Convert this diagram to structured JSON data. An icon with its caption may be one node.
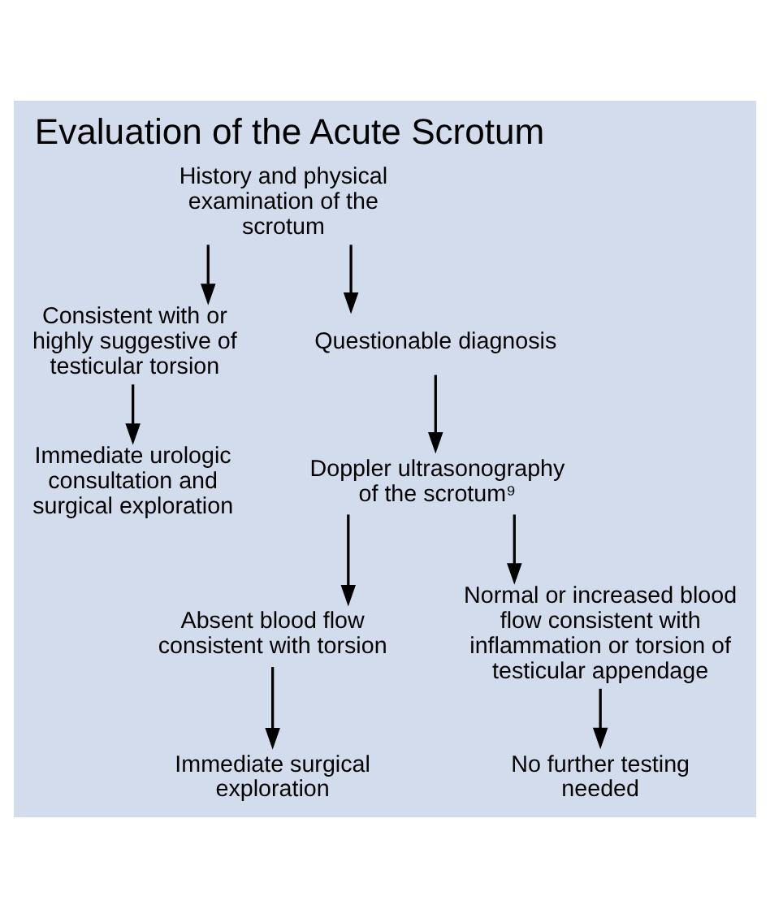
{
  "diagram": {
    "title": "Evaluation of the Acute Scrotum",
    "nodes": [
      {
        "text": [
          "History and physical examination of the scrotum"
        ]
      },
      {
        "text": [
          "Consistent with or highly suggestive of testicular torsion"
        ]
      },
      {
        "text": [
          "Questionable diagnosis"
        ]
      },
      {
        "text": [
          "Immediate urologic consultation and surgical exploration"
        ]
      },
      {
        "text": [
          "Doppler ultrasonography of the scrotum⁹"
        ]
      },
      {
        "text": [
          "Absent blood flow consistent with torsion"
        ]
      },
      {
        "text": [
          "Normal or increased blood flow consistent with inflammation or torsion of testicular appendage"
        ]
      },
      {
        "text": [
          "Immediate surgical exploration"
        ]
      },
      {
        "text": [
          "No further testing needed"
        ]
      }
    ],
    "edges": [
      {
        "from": 0,
        "to": 1,
        "arrow": "to"
      },
      {
        "from": 0,
        "to": 2,
        "arrow": "to"
      },
      {
        "from": 1,
        "to": 3,
        "arrow": "to"
      },
      {
        "from": 2,
        "to": 4,
        "arrow": "to"
      },
      {
        "from": 4,
        "to": 5,
        "arrow": "to"
      },
      {
        "from": 4,
        "to": 6,
        "arrow": "to"
      },
      {
        "from": 5,
        "to": 7,
        "arrow": "to"
      },
      {
        "from": 6,
        "to": 8,
        "arrow": "to"
      }
    ]
  }
}
